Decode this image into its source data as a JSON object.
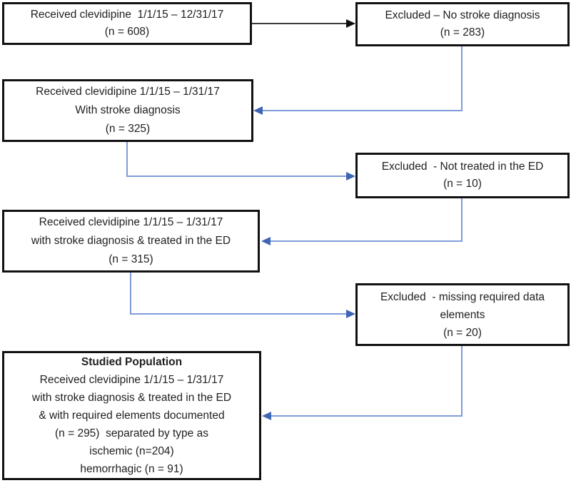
{
  "flowchart": {
    "boxes": [
      {
        "id": "received-all",
        "lines": [
          "Received clevidipine  1/1/15 – 12/31/17",
          "(n = 608)"
        ]
      },
      {
        "id": "excluded-no-stroke",
        "lines": [
          "Excluded – No stroke diagnosis",
          "(n = 283)"
        ]
      },
      {
        "id": "with-stroke-diagnosis",
        "lines": [
          "Received clevidipine 1/1/15 – 1/31/17",
          "With stroke diagnosis",
          "(n = 325)"
        ]
      },
      {
        "id": "excluded-not-treated-ed",
        "lines": [
          "Excluded  - Not treated in the ED",
          "(n = 10)"
        ]
      },
      {
        "id": "stroke-treated-ed",
        "lines": [
          "Received clevidipine 1/1/15 – 1/31/17",
          "with stroke diagnosis & treated in the ED",
          "(n = 315)"
        ]
      },
      {
        "id": "excluded-missing-data",
        "lines": [
          "Excluded  - missing required data elements",
          "(n = 20)"
        ]
      },
      {
        "id": "studied-population",
        "title": "Studied Population",
        "lines": [
          "Received clevidipine 1/1/15 – 1/31/17",
          "with stroke diagnosis & treated in the ED",
          "& with required elements documented",
          "(n = 295)  separated by type as",
          "ischemic (n=204)",
          "hemorrhagic (n = 91)"
        ]
      }
    ],
    "counts": {
      "received_total": 608,
      "excluded_no_stroke": 283,
      "with_stroke": 325,
      "excluded_not_ed": 10,
      "treated_ed": 315,
      "excluded_missing": 20,
      "studied": 295,
      "ischemic": 204,
      "hemorrhagic": 91
    },
    "colors": {
      "arrow_line_blue": "#7f9cd9",
      "arrow_head_blue": "#3f66b5",
      "arrow_black": "#3b3b3b",
      "box_border": "#111111",
      "text": "#1f1f1f"
    }
  }
}
